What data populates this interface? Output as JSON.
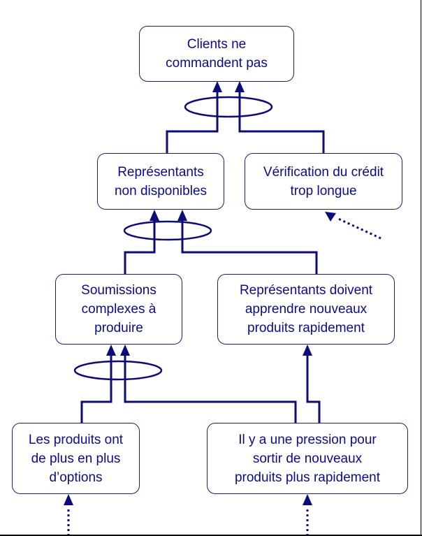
{
  "colors": {
    "text": "#0b0b8c",
    "line": "#0b0b7a",
    "border": "#1c1c7a",
    "background": "#ffffff"
  },
  "nodes": {
    "clients": {
      "lines": [
        "Clients ne",
        "commandent pas"
      ]
    },
    "representants_indispo": {
      "lines": [
        "Représentants",
        "non disponibles"
      ]
    },
    "verification_credit": {
      "lines": [
        "Vérification du crédit",
        "trop longue"
      ]
    },
    "soumissions": {
      "lines": [
        "Soumissions",
        "complexes à",
        "produire"
      ]
    },
    "apprendre_produits": {
      "lines": [
        "Représentants doivent",
        "apprendre nouveaux",
        "produits rapidement"
      ]
    },
    "produits_options": {
      "lines": [
        "Les produits ont",
        "de plus en plus",
        "d’options"
      ]
    },
    "pression_produits": {
      "lines": [
        "Il y a une pression pour",
        "sortir de nouveaux",
        "produits plus rapidement"
      ]
    }
  }
}
